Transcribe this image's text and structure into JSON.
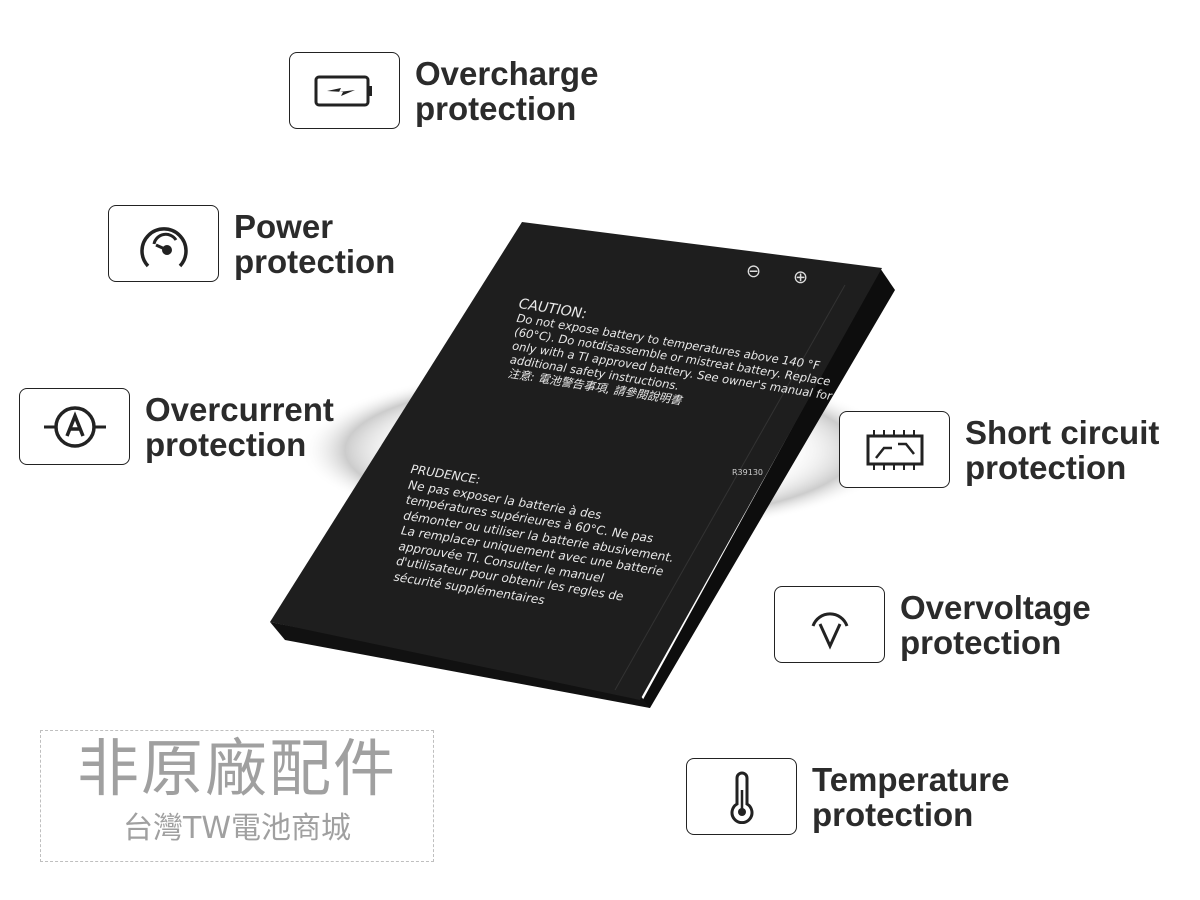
{
  "features": [
    {
      "icon": "battery-charge-icon",
      "line1": "Overcharge",
      "line2": "protection"
    },
    {
      "icon": "gauge-icon",
      "line1": "Power",
      "line2": "protection"
    },
    {
      "icon": "ammeter-icon",
      "line1": "Overcurrent",
      "line2": "protection"
    },
    {
      "icon": "circuit-board-icon",
      "line1": "Short circuit",
      "line2": "protection"
    },
    {
      "icon": "voltage-icon",
      "line1": "Overvoltage",
      "line2": "protection"
    },
    {
      "icon": "thermometer-icon",
      "line1": "Temperature",
      "line2": "protection"
    }
  ],
  "battery": {
    "caution_title": "CAUTION:",
    "caution_text": "Do not expose battery to temperatures above 140 °F (60°C). Do notdisassemble or mistreat battery. Replace only with a TI approved battery. See owner's manual for additional safety instructions.",
    "chinese_note": "注意: 電池警告事項, 請參閱說明書",
    "minus": "⊖",
    "plus": "⊕",
    "prudence_title": "PRUDENCE:",
    "prudence_text": "Ne pas exposer la batterie à des températures supérieures à 60°C. Ne pas démonter ou utiliser la batterie abusivement. La remplacer uniquement avec une batterie approuvée TI. Consulter le manuel d'utilisateur pour obtenir les regles de sécurité supplémentaires",
    "cert_code": "R39130",
    "colors": {
      "body": "#1e1e1e",
      "edge": "#0d0d0d"
    }
  },
  "watermark": {
    "line1": "非原廠配件",
    "line2": "台灣TW電池商城"
  }
}
